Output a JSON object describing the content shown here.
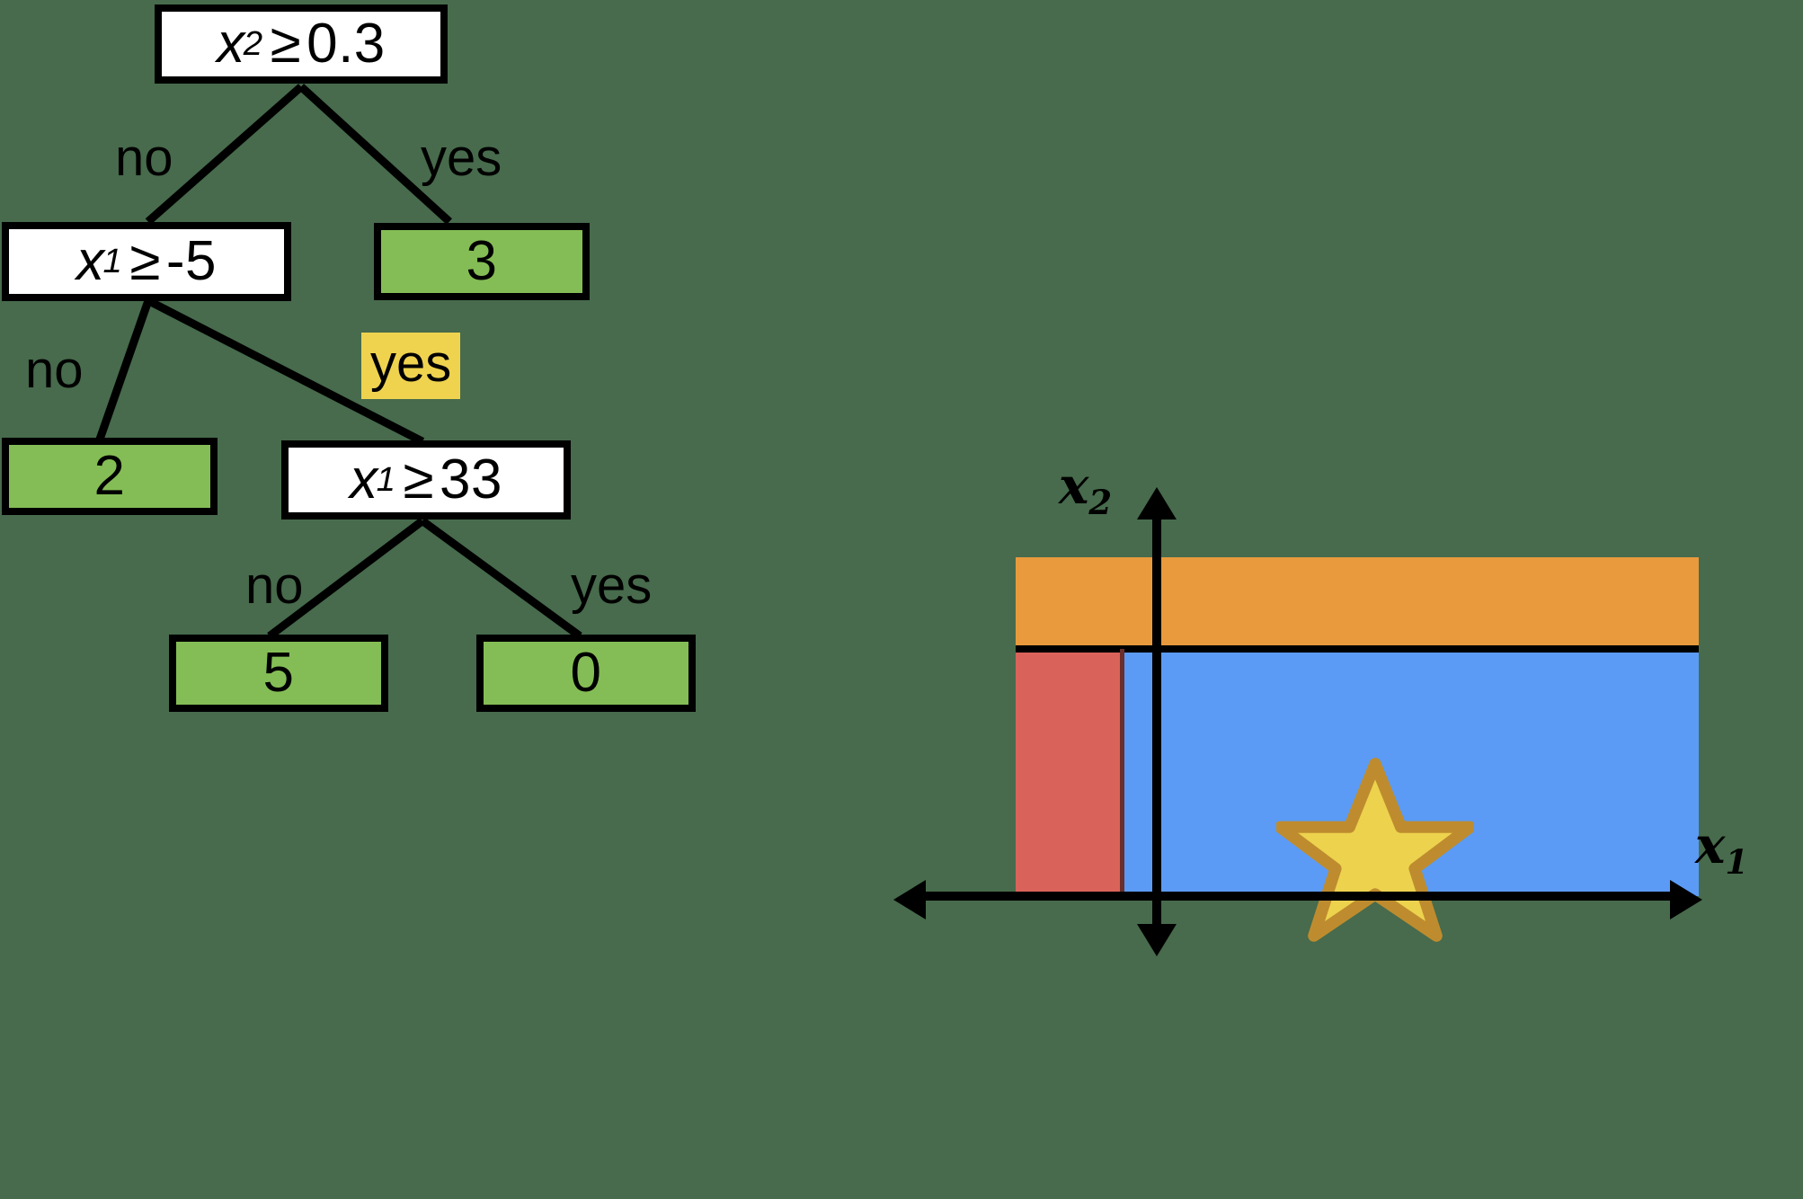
{
  "background_color": "#476b4c",
  "tree": {
    "title": "decision-tree",
    "nodes": [
      {
        "id": "root",
        "kind": "internal",
        "type": "split",
        "var": "x",
        "sub": "2",
        "op": "≥",
        "value": "0.3",
        "text": "x2 ≥ 0.3"
      },
      {
        "id": "n1",
        "kind": "internal",
        "type": "split",
        "var": "x",
        "sub": "1",
        "op": "≥",
        "value": "-5",
        "text": "x1 ≥ -5"
      },
      {
        "id": "leaf3",
        "kind": "leaf",
        "type": "value",
        "value": "3"
      },
      {
        "id": "leaf2",
        "kind": "leaf",
        "type": "value",
        "value": "2"
      },
      {
        "id": "n2",
        "kind": "internal",
        "type": "split",
        "var": "x",
        "sub": "1",
        "op": "≥",
        "value": "33",
        "text": "x1 ≥ 33"
      },
      {
        "id": "leaf5",
        "kind": "leaf",
        "type": "value",
        "value": "5"
      },
      {
        "id": "leaf0",
        "kind": "leaf",
        "type": "value",
        "value": "0"
      }
    ],
    "edge_labels": {
      "root_no": "no",
      "root_yes": "yes",
      "n1_no": "no",
      "n1_yes": "yes",
      "n2_no": "no",
      "n2_yes": "yes"
    },
    "highlighted_edge_label": "n1_yes",
    "colors": {
      "leaf_fill": "#84bd55",
      "internal_fill": "#ffffff",
      "border": "#000000",
      "highlight": "#efd34f"
    }
  },
  "plot": {
    "axis_labels": {
      "x": "x",
      "x_sub": "1",
      "y": "x",
      "y_sub": "2"
    },
    "regions": [
      {
        "name": "orange-region",
        "color": "#e89a3c",
        "meaning": "x2 >= 0.3"
      },
      {
        "name": "red-region",
        "color": "#d9635a",
        "meaning": "x2 < 0.3 and x1 < -5"
      },
      {
        "name": "blue-region",
        "color": "#5b9bf5",
        "meaning": "x2 < 0.3 and x1 >= -5"
      }
    ],
    "marker": {
      "name": "star",
      "fill": "#edd24e",
      "stroke": "#be8c2e"
    }
  }
}
